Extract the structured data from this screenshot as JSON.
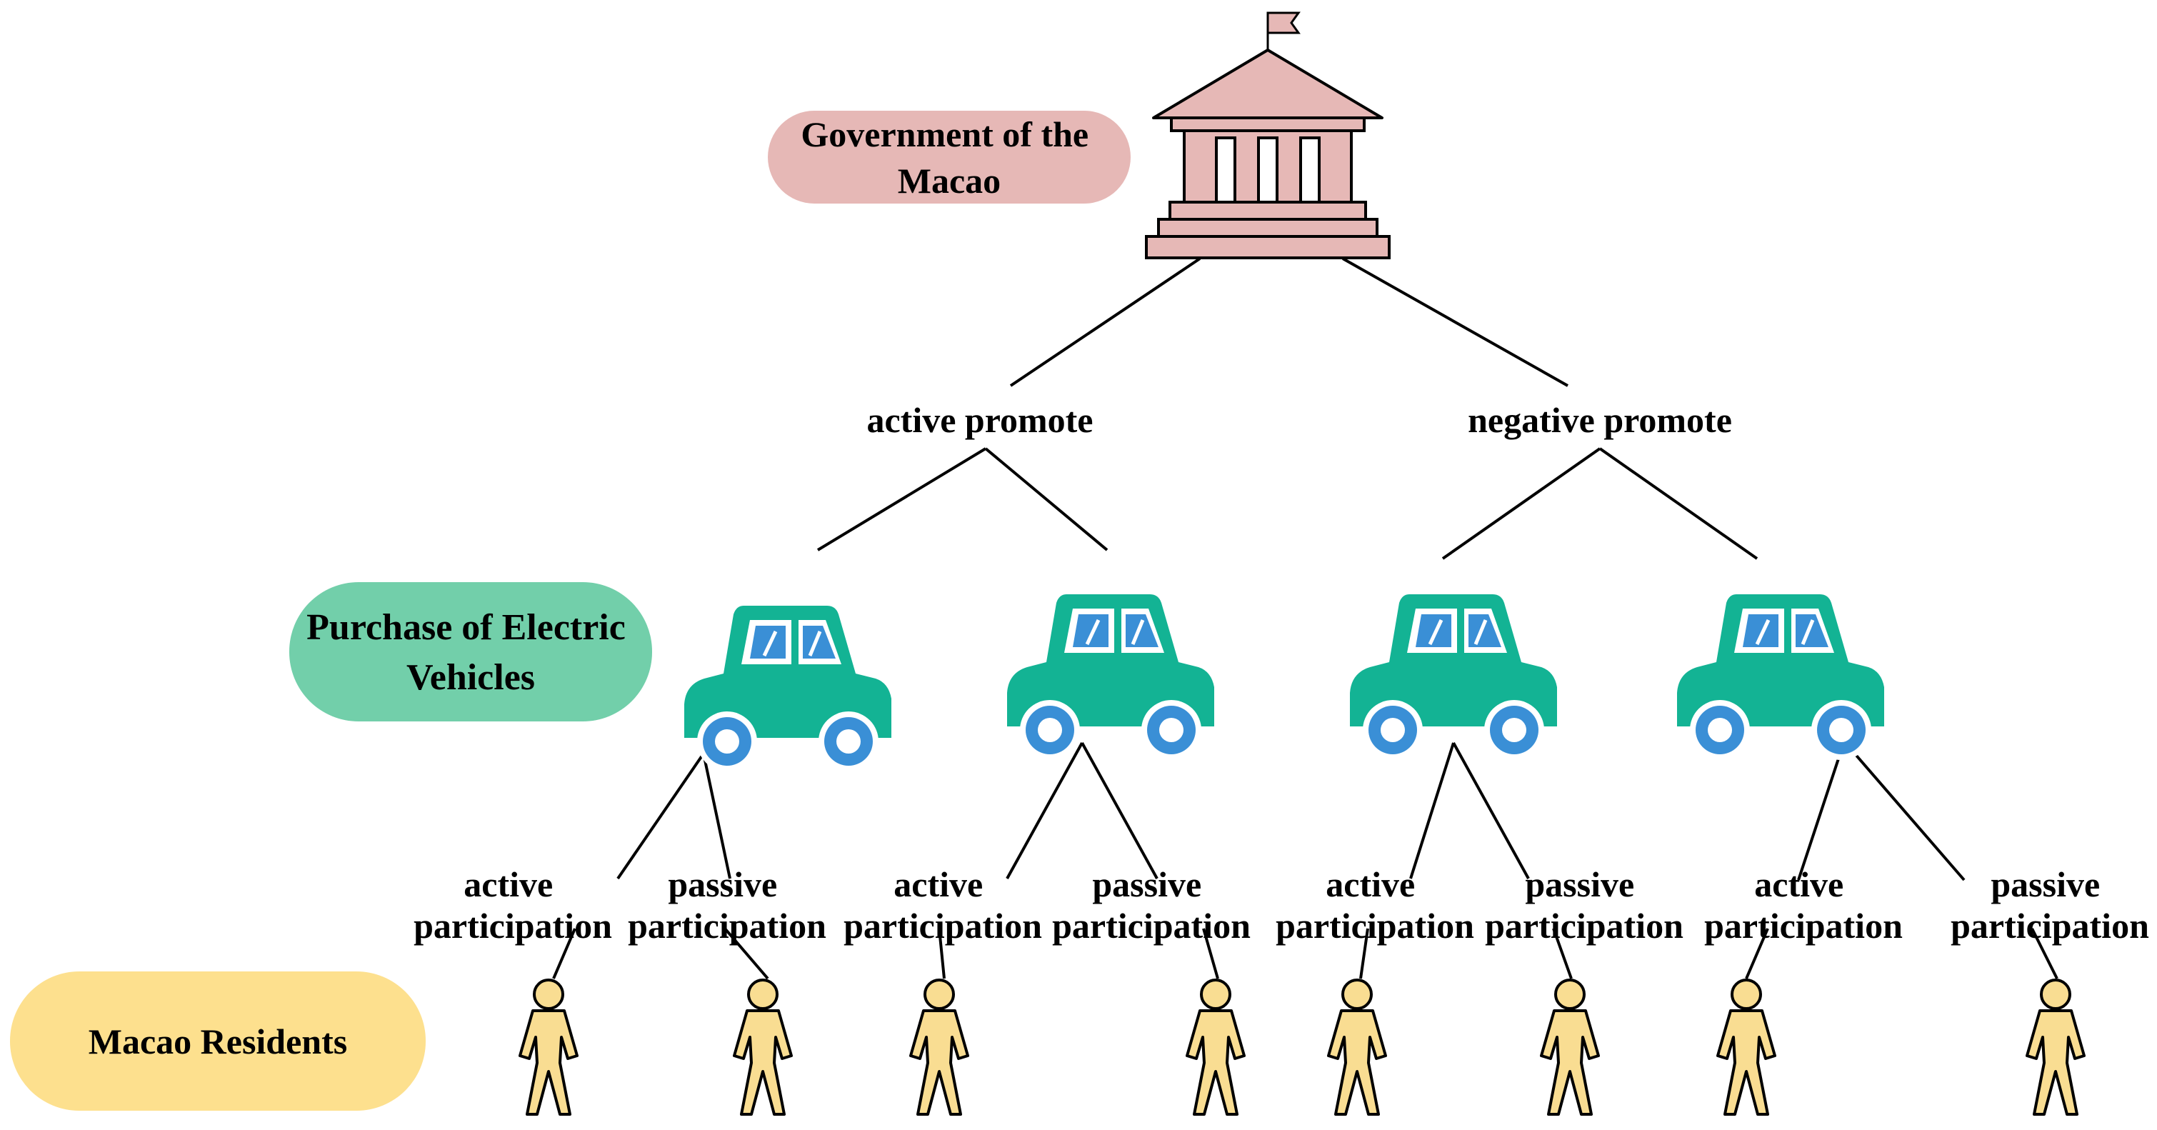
{
  "role_labels": {
    "government": [
      "Government of the",
      "Macao"
    ],
    "ev": [
      "Purchase of Electric",
      "Vehicles"
    ],
    "residents": [
      "Macao Residents"
    ]
  },
  "strategies": [
    "active promote",
    "negative promote"
  ],
  "participation": [
    [
      "active",
      "participation"
    ],
    [
      "passive",
      "participation"
    ]
  ],
  "colors": {
    "government_fill": "#e6b8b6",
    "ev_fill": "#72cfaa",
    "residents_fill": "#fde08e",
    "car_body": "#13b394",
    "car_window": "#3a8fd6",
    "car_wheel": "#3a8fd6",
    "person_fill": "#f9dd92",
    "line": "#000000"
  },
  "icons": [
    "government-building-icon",
    "electric-car-icon",
    "person-icon"
  ]
}
